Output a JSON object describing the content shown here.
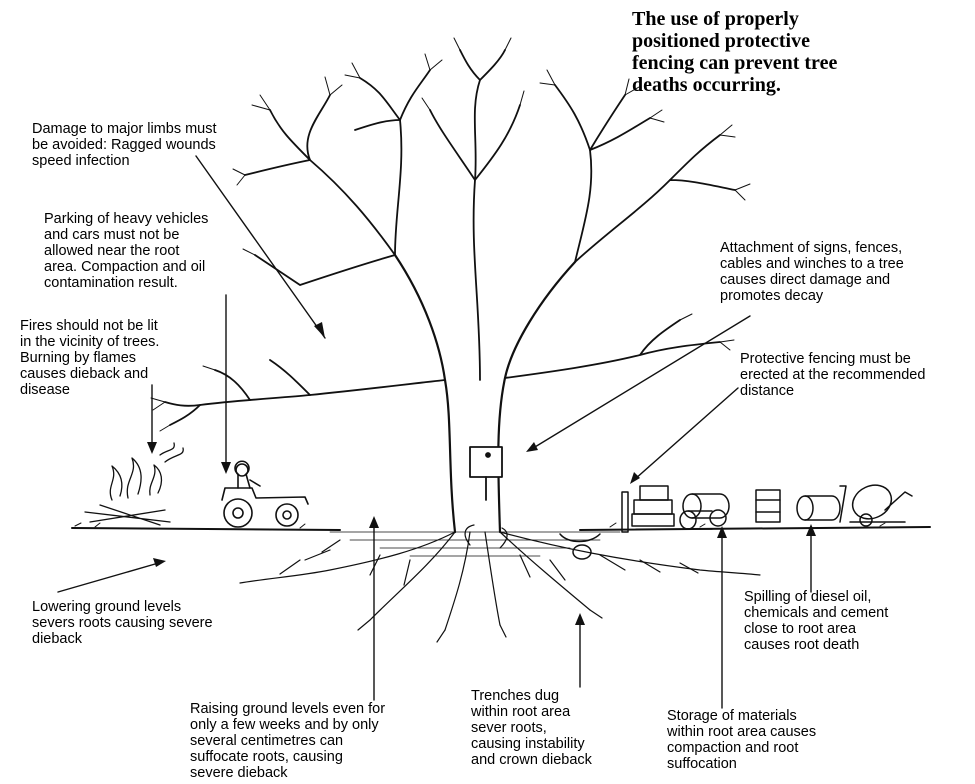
{
  "title_lines": [
    "The use of properly",
    "positioned protective",
    "fencing can prevent tree",
    "deaths occurring."
  ],
  "notes": {
    "limbs": [
      "Damage to major limbs must",
      "be avoided: Ragged wounds",
      "speed infection"
    ],
    "parking": [
      "Parking of heavy vehicles",
      "and cars must not be",
      "allowed near the root",
      "area. Compaction and oil",
      "contamination result."
    ],
    "fires": [
      "Fires should not be lit",
      "in the vicinity of trees.",
      "Burning by flames",
      "causes dieback and",
      "disease"
    ],
    "signs": [
      "Attachment of signs, fences,",
      "cables and winches to a tree",
      "causes direct damage and",
      "promotes decay"
    ],
    "fencing": [
      "Protective fencing must be",
      "erected at the recommended",
      "distance"
    ],
    "lowering": [
      "Lowering ground levels",
      "severs roots causing severe",
      "dieback"
    ],
    "spilling": [
      "Spilling of diesel oil,",
      "chemicals and cement",
      "close to root area",
      "causes root death"
    ],
    "raising": [
      "Raising ground levels even for",
      "only a few weeks and by only",
      "several centimetres can",
      "suffocate roots, causing",
      "severe dieback"
    ],
    "trenches": [
      "Trenches dug",
      "within root area",
      "sever roots,",
      "causing instability",
      "and crown dieback"
    ],
    "storage": [
      "Storage of materials",
      "within root area causes",
      "compaction and root",
      "suffocation"
    ]
  },
  "colors": {
    "ink": "#111111",
    "background": "#ffffff"
  }
}
